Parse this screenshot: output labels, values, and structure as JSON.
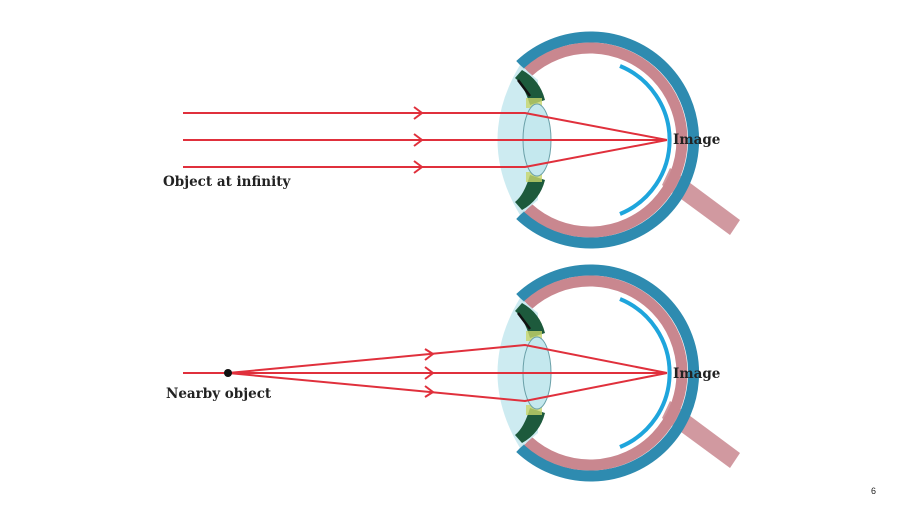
{
  "diagram": {
    "top": {
      "object_label": "Object at infinity",
      "image_label": "Image"
    },
    "bottom": {
      "object_label": "Nearby object",
      "image_label": "Image"
    }
  },
  "colors": {
    "ray": "#e0303c",
    "sclera": "#2e8bb0",
    "choroid": "#c9878f",
    "retina": "#1ea5dc",
    "lens": "#c4e8ee",
    "ciliary": "#1d5a3c"
  },
  "page_number": "6"
}
